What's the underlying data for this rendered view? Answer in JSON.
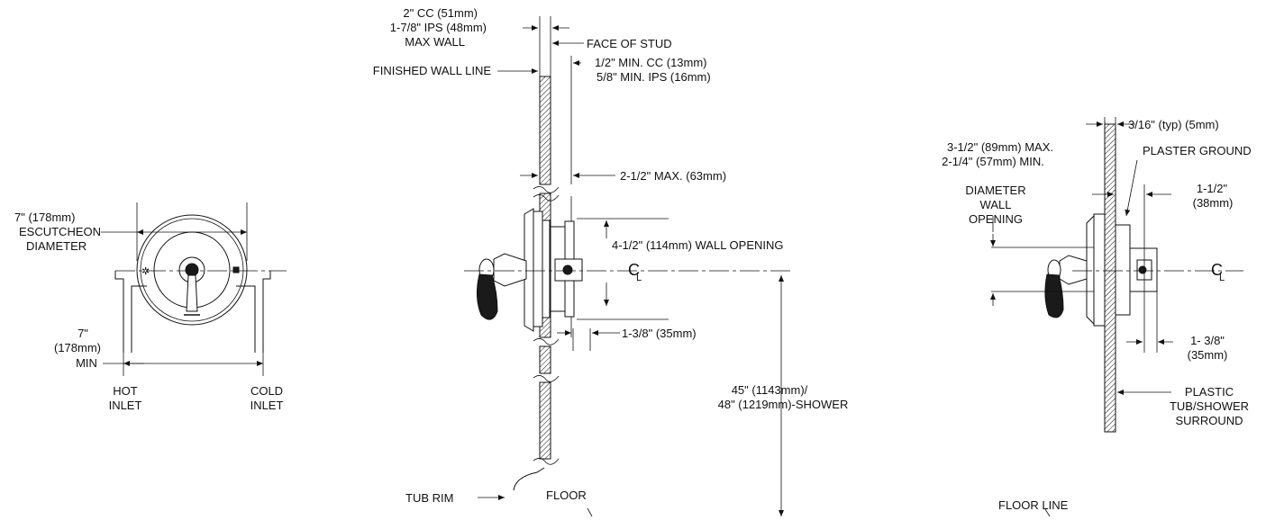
{
  "front_view": {
    "escutcheon_line1": "7\" (178mm)",
    "escutcheon_line2": "ESCUTCHEON",
    "escutcheon_line3": "DIAMETER",
    "min_line1": "7\"",
    "min_line2": "(178mm)",
    "min_line3": "MIN",
    "hot_line1": "HOT",
    "hot_line2": "INLET",
    "cold_line1": "COLD",
    "cold_line2": "INLET"
  },
  "side_view": {
    "cc_max": "2\" CC (51mm)",
    "ips_max": "1-7/8\" IPS (48mm)",
    "max_wall": "MAX WALL",
    "face_of_stud": "FACE OF STUD",
    "finished_wall_line": "FINISHED WALL LINE",
    "min_cc": "1/2\" MIN. CC (13mm)",
    "min_ips": "5/8\" MIN. IPS (16mm)",
    "max_depth": "2-1/2\" MAX. (63mm)",
    "wall_opening": "4-1/2\" (114mm) WALL OPENING",
    "centerline": "C",
    "centerline_sub": "L",
    "depth_small": "1-3/8\" (35mm)",
    "height_line1": "45\" (1143mm)/",
    "height_line2": "48\" (1219mm)-SHOWER",
    "tub_rim": "TUB RIM",
    "floor": "FLOOR"
  },
  "tub_view": {
    "gap": "3/16\" (typ) (5mm)",
    "plaster_ground": "PLASTER GROUND",
    "open_max": "3-1/2\" (89mm) MAX.",
    "open_min": "2-1/4\" (57mm) MIN.",
    "diameter": "DIAMETER",
    "wall": "WALL",
    "opening": "OPENING",
    "depth1_line1": "1-1/2\"",
    "depth1_line2": "(38mm)",
    "centerline": "C",
    "centerline_sub": "L",
    "depth2_line1": "1-  3/8\"",
    "depth2_line2": "(35mm)",
    "plastic_line1": "PLASTIC",
    "plastic_line2": "TUB/SHOWER",
    "plastic_line3": "SURROUND",
    "floor_line": "FLOOR LINE"
  }
}
